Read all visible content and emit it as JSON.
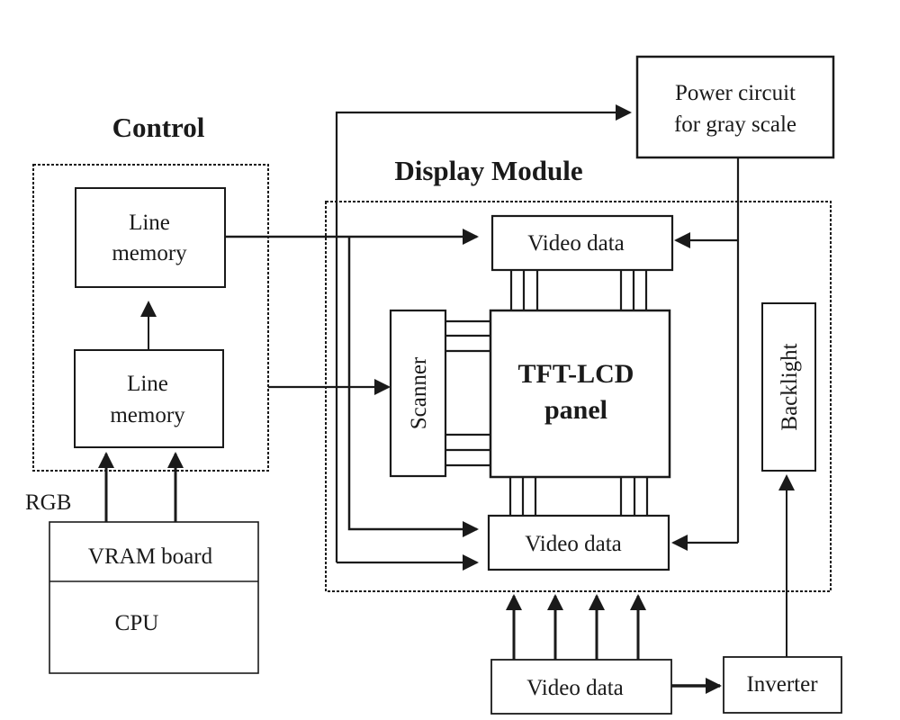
{
  "diagram": {
    "groups": {
      "control": {
        "title": "Control"
      },
      "display_module": {
        "title": "Display Module"
      }
    },
    "blocks": {
      "line_memory_top": {
        "line1": "Line",
        "line2": "memory"
      },
      "line_memory_bottom": {
        "line1": "Line",
        "line2": "memory"
      },
      "vram_board": {
        "label": "VRAM board"
      },
      "cpu": {
        "label": "CPU"
      },
      "power_circuit": {
        "line1": "Power circuit",
        "line2": "for gray scale"
      },
      "video_data_top": {
        "label": "Video data"
      },
      "video_data_bottom": {
        "label": "Video data"
      },
      "video_data_external": {
        "label": "Video data"
      },
      "scanner": {
        "label": "Scanner"
      },
      "tft_lcd_panel": {
        "line1": "TFT-LCD",
        "line2": "panel"
      },
      "backlight": {
        "label": "Backlight"
      },
      "inverter": {
        "label": "Inverter"
      }
    },
    "signal_labels": {
      "rgb": "RGB"
    },
    "colors": {
      "stroke": "#1a1a1a",
      "background": "#ffffff"
    }
  }
}
